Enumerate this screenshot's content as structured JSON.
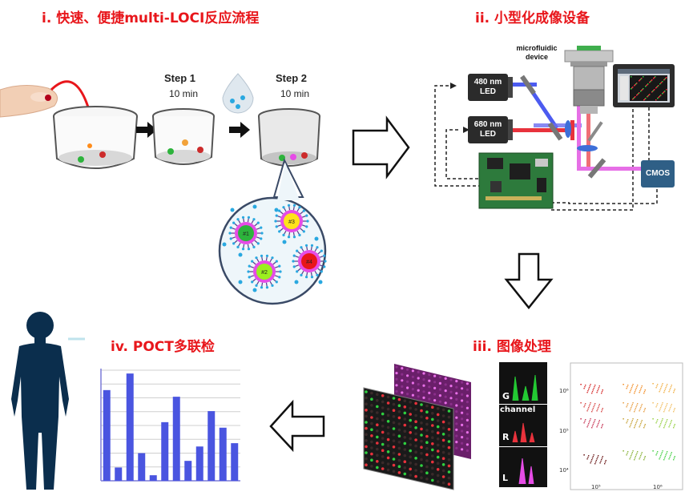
{
  "panels": {
    "p1": {
      "title": "i. 快速、便捷multi-LOCI反应流程",
      "steps": [
        {
          "label": "Step 1",
          "time": "10 min"
        },
        {
          "label": "Step 2",
          "time": "10 min"
        }
      ],
      "bead_labels": [
        "#1",
        "#3",
        "#2",
        "#4"
      ]
    },
    "p2": {
      "title": "ii. 小型化成像设备",
      "microfluidic": [
        "microfluidic",
        "device"
      ],
      "led1": [
        "480 nm",
        "LED"
      ],
      "led2": [
        "680 nm",
        "LED"
      ],
      "cmos": "CMOS"
    },
    "p3": {
      "title": "iii. 图像处理",
      "channels": [
        "G",
        "channel",
        "R",
        "L"
      ],
      "scatter_axis_labels": [
        "10⁶",
        "10⁵",
        "10⁴",
        "10⁵",
        "10⁶"
      ]
    },
    "p4": {
      "title": "iv. POCT多联检"
    }
  },
  "chart_data": {
    "type": "bar",
    "values": [
      0.82,
      0.12,
      0.97,
      0.25,
      0.05,
      0.53,
      0.76,
      0.18,
      0.31,
      0.63,
      0.48,
      0.34
    ],
    "colors": {
      "bar": "#4a55e0",
      "grid": "#cfcfcf",
      "axis": "#7b7bd8"
    }
  },
  "colors": {
    "title": "#e8161b",
    "blue_beam": "#4c5bf0",
    "red_beam": "#e8323c",
    "magenta_beam": "#e66fe6"
  }
}
